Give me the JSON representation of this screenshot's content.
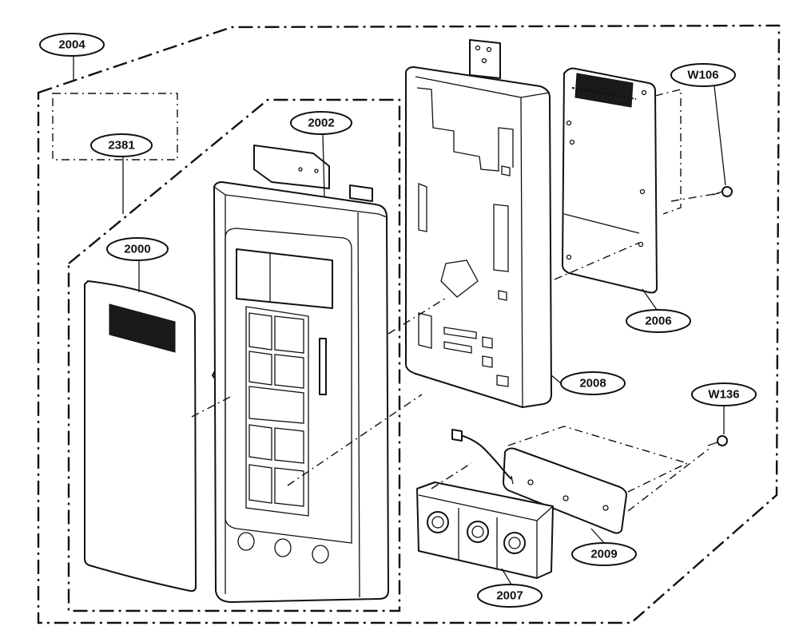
{
  "callouts": {
    "c2004": "2004",
    "c2381": "2381",
    "c2002": "2002",
    "c2000": "2000",
    "c2006": "2006",
    "c2008": "2008",
    "cW106": "W106",
    "cW136": "W136",
    "c2009": "2009",
    "c2007": "2007"
  }
}
